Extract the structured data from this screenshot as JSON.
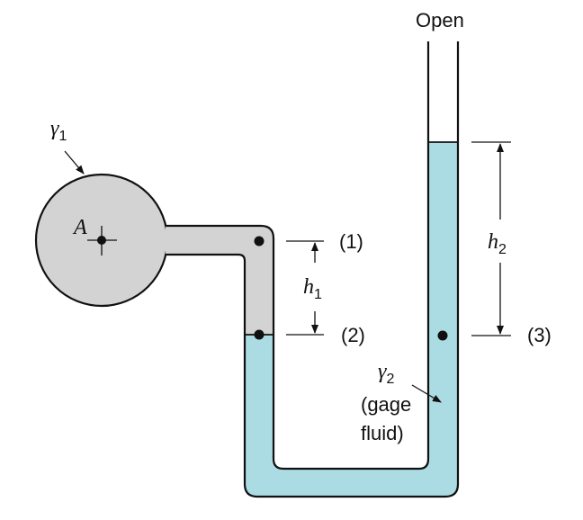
{
  "labels": {
    "open": "Open",
    "gamma_symbol": "γ",
    "gamma1_sub": "1",
    "gamma2_sub": "2",
    "point_a": "A",
    "h_symbol": "h",
    "h1_sub": "1",
    "h2_sub": "2",
    "point1": "(1)",
    "point2": "(2)",
    "point3": "(3)",
    "gage_line1": "(gage",
    "gage_line2": "fluid)"
  },
  "colors": {
    "fluid1": "#d3d3d3",
    "gage_fluid": "#abdbe3",
    "line": "#111111",
    "background": "#ffffff"
  }
}
